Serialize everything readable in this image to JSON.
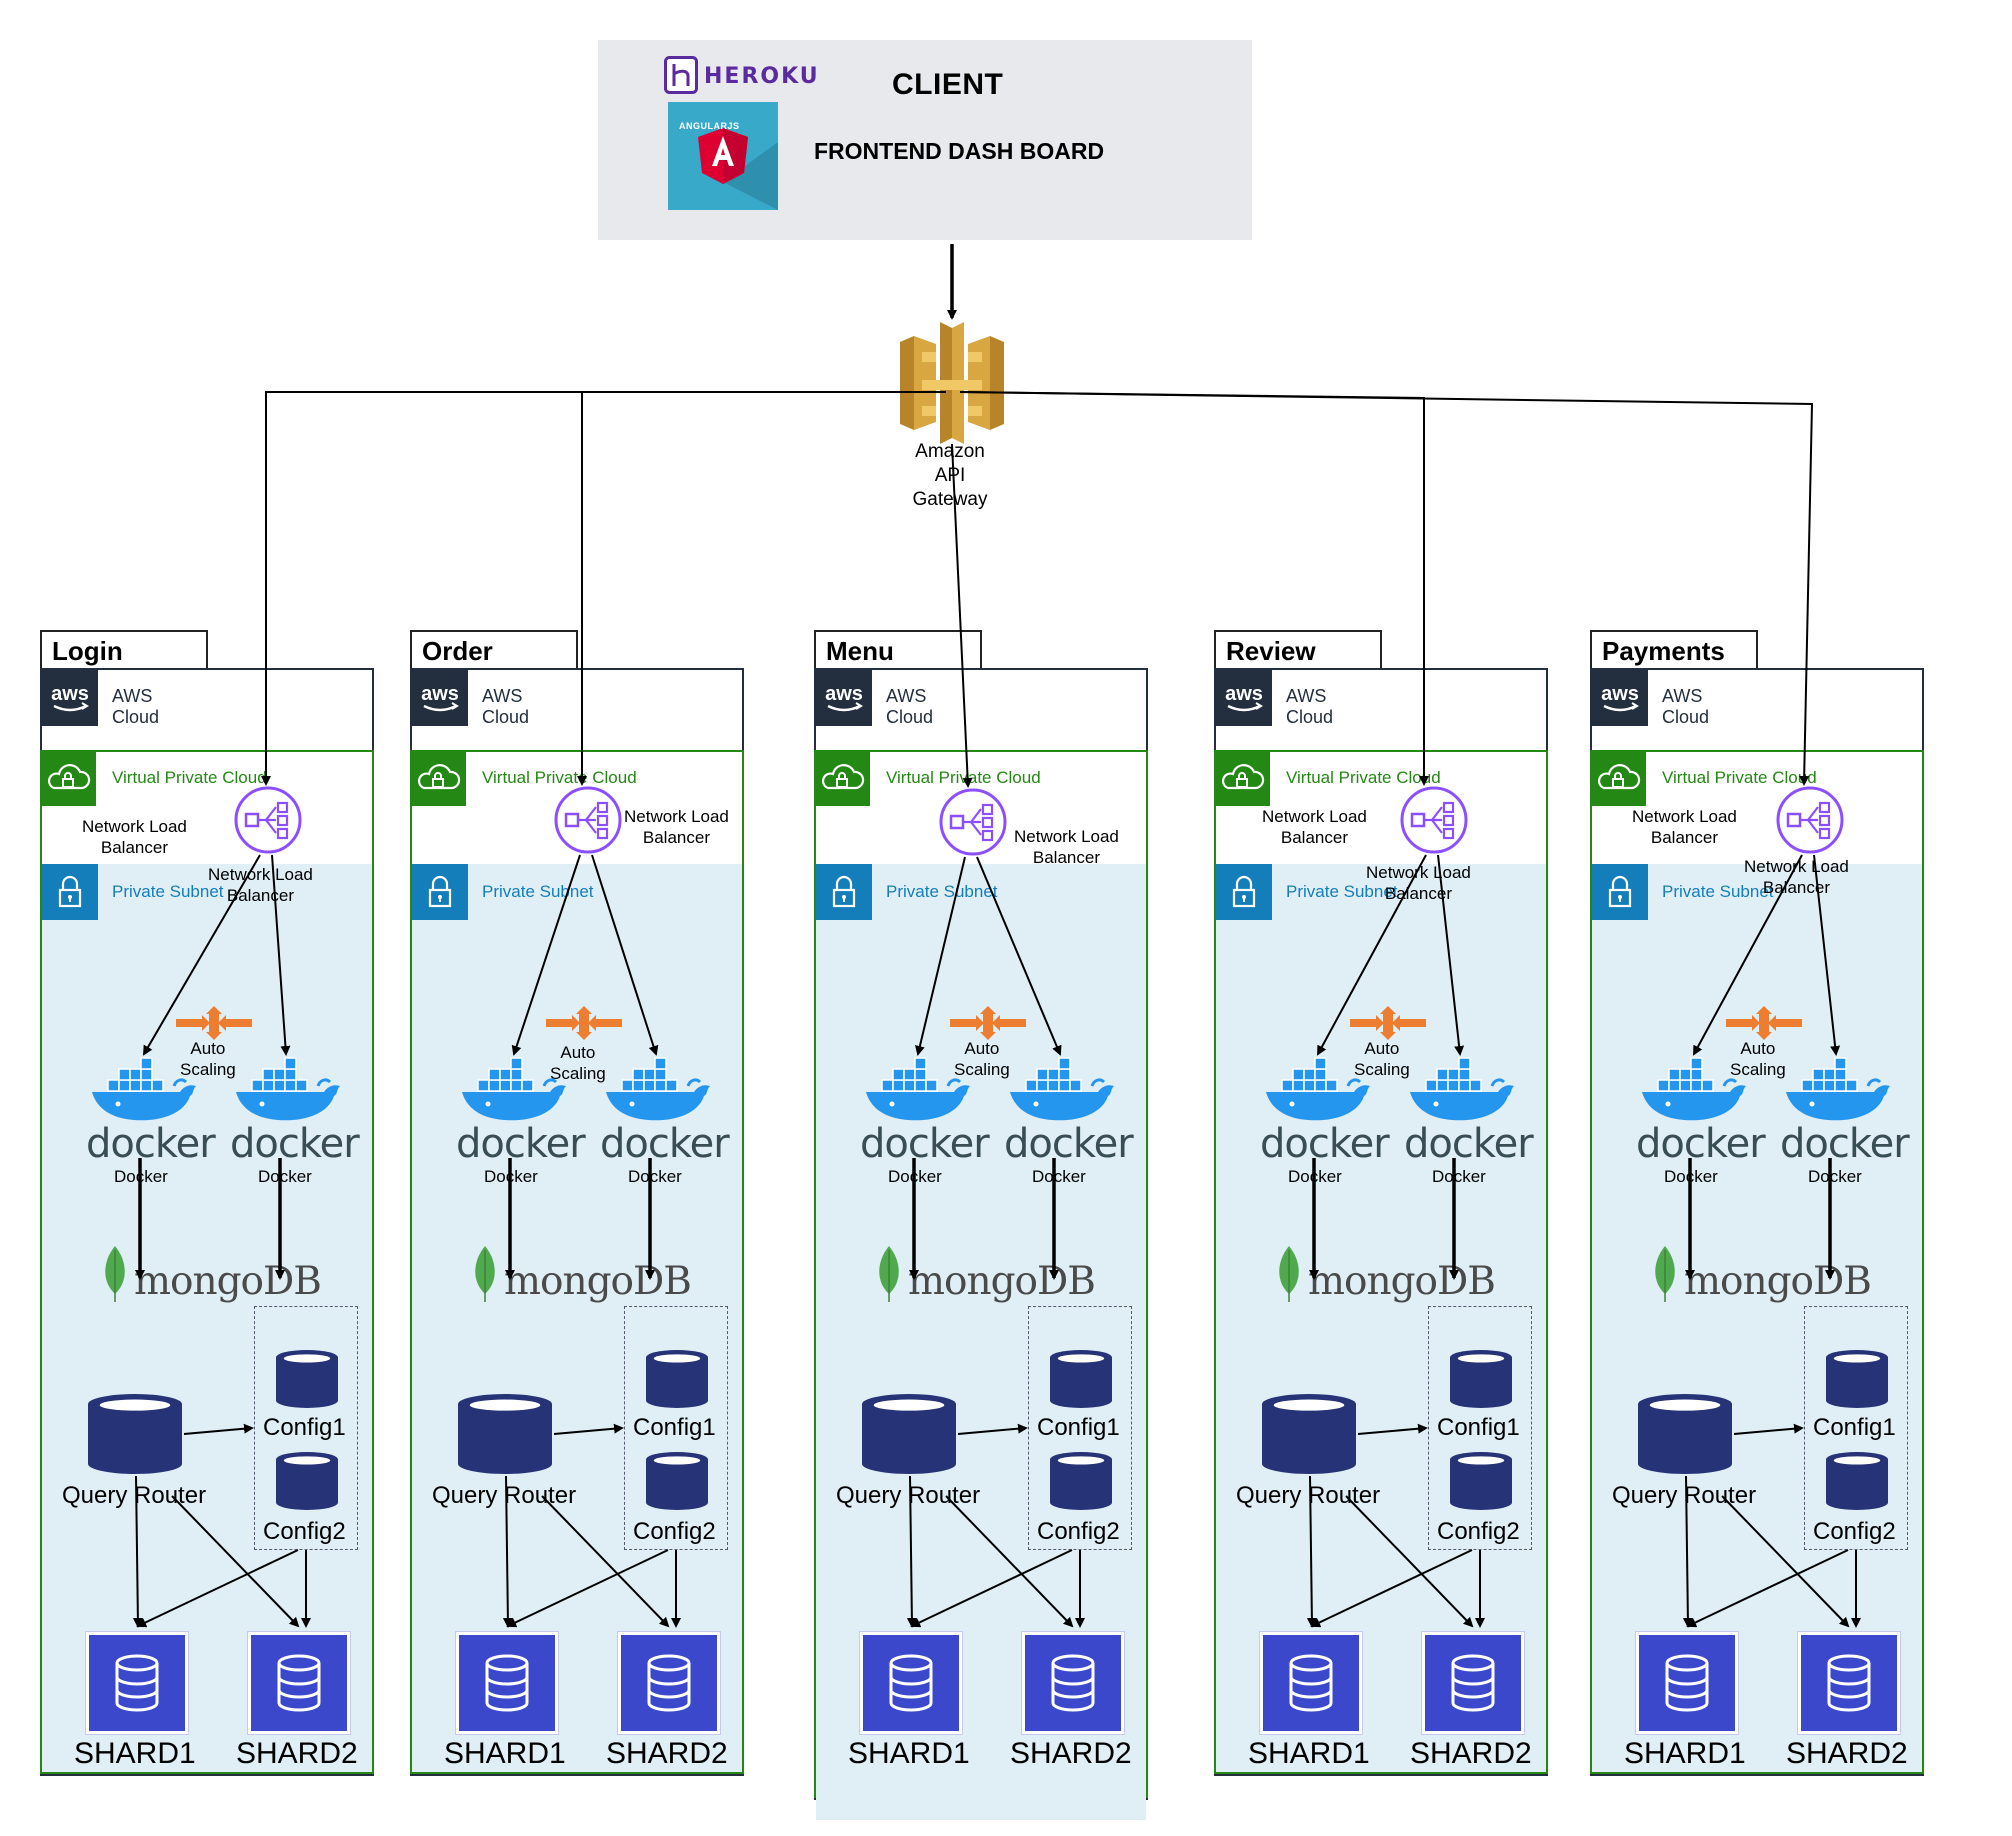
{
  "client": {
    "title": "CLIENT",
    "subtitle": "FRONTEND DASH BOARD",
    "heroku_label": "HEROKU",
    "angular_label": "ANGULARJS"
  },
  "gateway": {
    "label_lines": [
      "Amazon",
      "API",
      "Gateway"
    ]
  },
  "labels": {
    "aws_cloud": "AWS Cloud",
    "vpc": "Virtual Private Cloud",
    "subnet": "Private Subnet",
    "nlb": "Network Load Balancer",
    "nlb_line1": "Network Load",
    "nlb_line2": "Balancer",
    "auto_line1": "Auto",
    "auto_line2": "Scaling",
    "docker_word": "docker",
    "docker_caption": "Docker",
    "mongo_word": "mongoDB",
    "query_router": "Query Router",
    "config1": "Config1",
    "config2": "Config2",
    "shard1": "SHARD1",
    "shard2": "SHARD2"
  },
  "services": [
    {
      "name": "Login"
    },
    {
      "name": "Order"
    },
    {
      "name": "Menu"
    },
    {
      "name": "Review"
    },
    {
      "name": "Payments"
    }
  ],
  "colors": {
    "aws_dark": "#232f3e",
    "vpc_green": "#248814",
    "subnet_blue": "#147eba",
    "subnet_fill": "#e0eef6",
    "nlb_purple": "#8c4fff",
    "docker_blue": "#2496ed",
    "autoscale_orange": "#ed7d31",
    "db_navy": "#273377",
    "shard_blue": "#3b48cc",
    "mongo_green": "#4fa94d",
    "gateway_gold": "#d9a741"
  }
}
